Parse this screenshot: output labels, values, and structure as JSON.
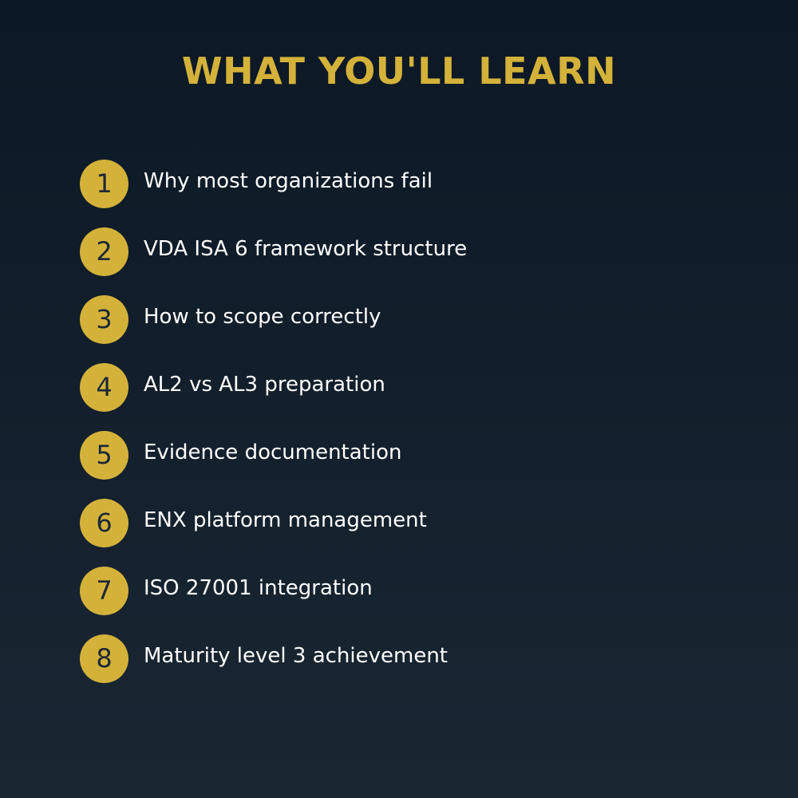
{
  "title": "WHAT YOU'LL LEARN",
  "accent_color": "#d4b23a",
  "items": [
    {
      "number": "1",
      "label": "Why most organizations fail"
    },
    {
      "number": "2",
      "label": "VDA ISA 6 framework structure"
    },
    {
      "number": "3",
      "label": "How to scope correctly"
    },
    {
      "number": "4",
      "label": "AL2 vs AL3 preparation"
    },
    {
      "number": "5",
      "label": "Evidence documentation"
    },
    {
      "number": "6",
      "label": "ENX platform management"
    },
    {
      "number": "7",
      "label": "ISO 27001 integration"
    },
    {
      "number": "8",
      "label": "Maturity level 3 achievement"
    }
  ]
}
